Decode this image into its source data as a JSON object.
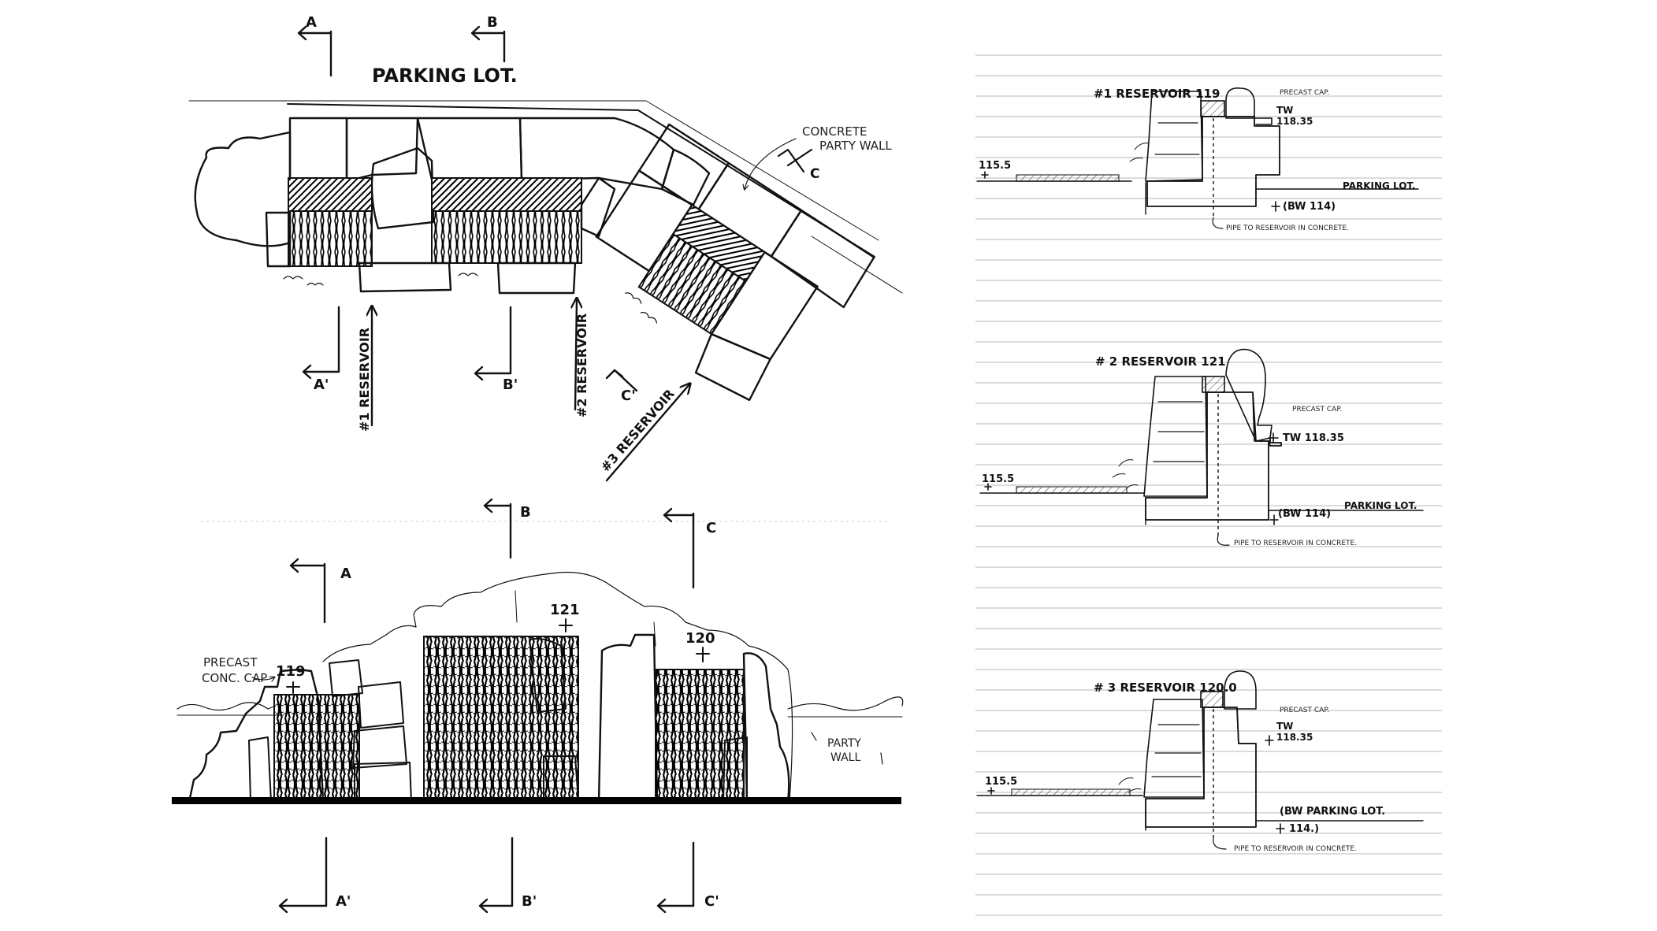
{
  "plan": {
    "title": "PARKING LOT.",
    "concrete_party_wall": [
      "CONCRETE",
      "PARTY WALL"
    ],
    "section_a": "A",
    "section_b": "B",
    "section_c": "C",
    "section_a_prime": "A'",
    "section_b_prime": "B'",
    "section_c_prime": "C'",
    "reservoir_1": "#1 RESERVOIR",
    "reservoir_2": "#2 RESERVOIR",
    "reservoir_3": "#3 RESERVOIR"
  },
  "elevation": {
    "section_a": "A",
    "section_b": "B",
    "section_c": "C",
    "section_a_prime": "A'",
    "section_b_prime": "B'",
    "section_c_prime": "C'",
    "precast_label": [
      "PRECAST",
      "CONC. CAP"
    ],
    "party_wall_label": [
      "PARTY",
      "WALL"
    ],
    "elev_119": "119",
    "elev_121": "121",
    "elev_120": "120"
  },
  "sections": [
    {
      "title": "#1 RESERVOIR  119",
      "precast": "PRECAST CAP.",
      "tw": [
        "TW",
        "118.35"
      ],
      "left_elev": "115.5",
      "bw": "(BW 114)",
      "parking": "PARKING LOT.",
      "pipe": "PIPE TO RESERVOIR IN CONCRETE."
    },
    {
      "title": "# 2 RESERVOIR  121",
      "precast": "PRECAST CAP.",
      "tw": [
        "TW 118.35",
        ""
      ],
      "left_elev": "115.5",
      "bw": "(BW 114)",
      "parking": "PARKING LOT.",
      "pipe": "PIPE TO RESERVOIR IN CONCRETE."
    },
    {
      "title": "# 3 RESERVOIR  120.0",
      "precast": "PRECAST CAP.",
      "tw": [
        "TW",
        "118.35"
      ],
      "left_elev": "115.5",
      "bw": "(BW PARKING LOT.",
      "bw2": "114.)",
      "parking": "",
      "pipe": "PIPE TO RESERVOIR IN CONCRETE."
    }
  ]
}
